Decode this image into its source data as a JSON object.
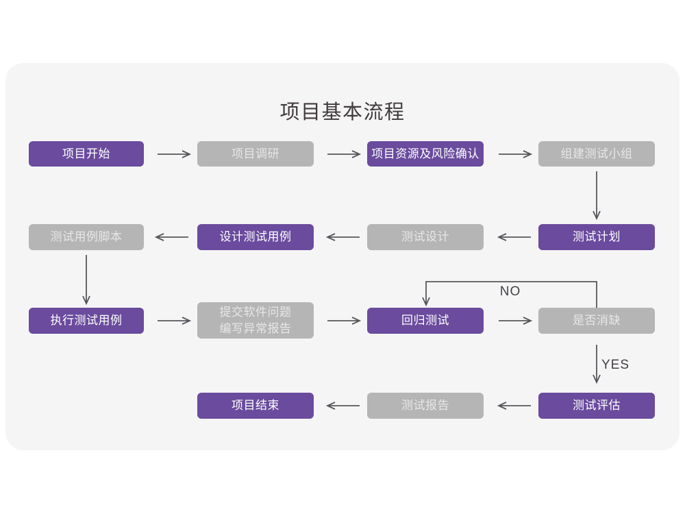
{
  "title": "项目基本流程",
  "colors": {
    "purple": "#6a4b9d",
    "gray": "#b5b5b5",
    "canvas": "#f5f5f6",
    "arrow": "#58555a"
  },
  "labels": {
    "no": "NO",
    "yes": "YES"
  },
  "nodes": [
    {
      "id": "project-start",
      "label": "项目开始",
      "variant": "purple"
    },
    {
      "id": "project-research",
      "label": "项目调研",
      "variant": "gray"
    },
    {
      "id": "project-resources",
      "label": "项目资源及风险确认",
      "variant": "purple"
    },
    {
      "id": "build-test-team",
      "label": "组建测试小组",
      "variant": "gray"
    },
    {
      "id": "test-plan",
      "label": "测试计划",
      "variant": "purple"
    },
    {
      "id": "test-design",
      "label": "测试设计",
      "variant": "gray"
    },
    {
      "id": "design-test-cases",
      "label": "设计测试用例",
      "variant": "purple"
    },
    {
      "id": "test-case-script",
      "label": "测试用例脚本",
      "variant": "gray"
    },
    {
      "id": "execute-test-cases",
      "label": "执行测试用例",
      "variant": "purple"
    },
    {
      "id": "submit-issue-report",
      "label": "提交软件问题\n编写异常报告",
      "variant": "gray"
    },
    {
      "id": "regression-test",
      "label": "回归测试",
      "variant": "purple"
    },
    {
      "id": "defect-cleared",
      "label": "是否消缺",
      "variant": "gray"
    },
    {
      "id": "test-evaluation",
      "label": "测试评估",
      "variant": "purple"
    },
    {
      "id": "test-report",
      "label": "测试报告",
      "variant": "gray"
    },
    {
      "id": "project-end",
      "label": "项目结束",
      "variant": "purple"
    }
  ]
}
